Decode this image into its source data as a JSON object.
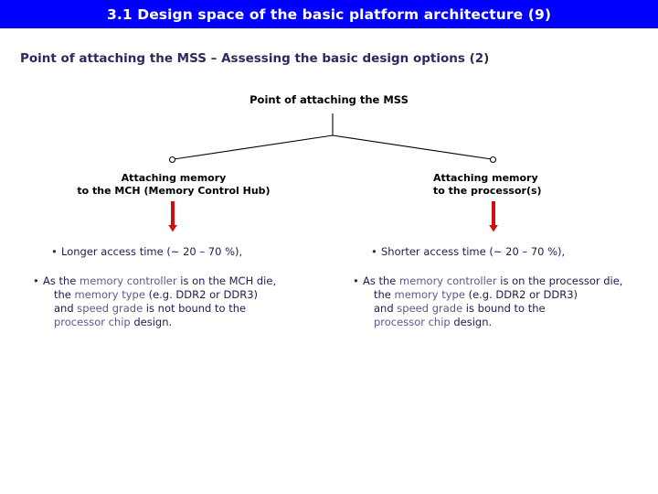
{
  "slide": {
    "title": "3.1 Design space of the basic platform architecture (9)",
    "subtitle": "Point of attaching the MSS – Assessing the basic design options (2)",
    "colors": {
      "title_bar": "#0000FF",
      "title_text": "#FFFFFF",
      "subtitle_text": "#2A2A5E",
      "body_text": "#1C1C4E",
      "accent_text": "#5A5A8C",
      "arrow": "#CC1111",
      "connector": "#000000"
    }
  },
  "tree": {
    "root_label": "Point of attaching the MSS",
    "branches": [
      {
        "id": "mch",
        "label_line1": "Attaching memory",
        "label_line2": "to the MCH (Memory Control Hub)",
        "arrow_icon": "down-arrow-icon"
      },
      {
        "id": "processor",
        "label_line1": "Attaching memory",
        "label_line2": "to the processor(s)",
        "arrow_icon": "down-arrow-icon"
      }
    ]
  },
  "columns": {
    "left": {
      "bullet1": {
        "mark": "•",
        "text": "Longer access time (~ 20 – 70 %),"
      },
      "bullet2": {
        "mark": "•",
        "line1_a": "As the ",
        "line1_b": "memory controller",
        "line1_c": " is on the MCH die,",
        "line2_a": "the ",
        "line2_b": "memory type",
        "line2_c": " (e.g. DDR2 or DDR3)",
        "line3_a": "and ",
        "line3_b": "speed grade",
        "line3_c": " is not bound to the",
        "line4_a": "processor chip",
        "line4_b": " design."
      }
    },
    "right": {
      "bullet1": {
        "mark": "•",
        "text": "Shorter access time (~ 20 – 70 %),"
      },
      "bullet2": {
        "mark": "•",
        "line1_a": "As the ",
        "line1_b": "memory controller",
        "line1_c": " is on the processor die,",
        "line2_a": "the ",
        "line2_b": "memory type",
        "line2_c": " (e.g. DDR2 or DDR3)",
        "line3_a": "and ",
        "line3_b": "speed grade",
        "line3_c": " is bound to the",
        "line4_a": "processor chip",
        "line4_b": " design."
      }
    }
  }
}
